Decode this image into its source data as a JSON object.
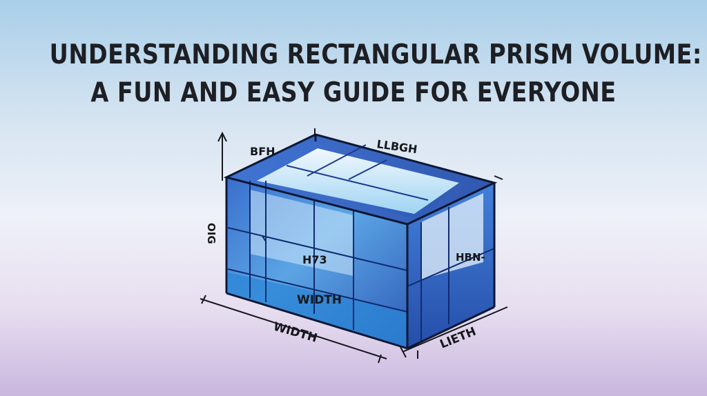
{
  "title": {
    "line1": "UNDERSTANDING RECTANGULAR PRISM VOLUME:",
    "line2": "A FUN AND EASY GUIDE FOR EVERYONE"
  },
  "diagram": {
    "labels": {
      "top_left": "BFH",
      "top_right": "LLBGH",
      "left_side": "OIG",
      "center": "H73",
      "right_face": "HBN-",
      "front_bottom": "WIDTH",
      "dimension_bottom": "WIDTH",
      "dimension_right": "LIETH"
    },
    "colors": {
      "dark_blue": "#1f4fb5",
      "mid_blue": "#3b8bdc",
      "light_blue": "#7cc8f0",
      "outline": "#0d1733"
    }
  }
}
